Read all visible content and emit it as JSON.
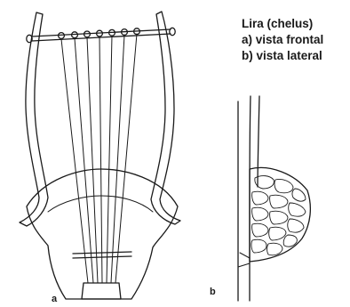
{
  "caption": {
    "title": "Lira (chelus)",
    "line_a": "a) vista frontal",
    "line_b": "b) vista lateral"
  },
  "panel_labels": {
    "front": "a",
    "side": "b"
  },
  "colors": {
    "ink": "#1a1a1a",
    "background": "#ffffff"
  }
}
